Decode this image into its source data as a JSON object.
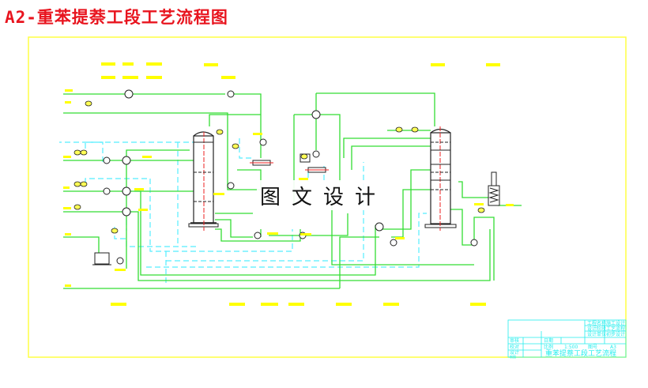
{
  "page": {
    "title": "A2-重苯提萘工段工艺流程图",
    "watermark": "图文设计"
  },
  "drawing": {
    "colors": {
      "frame": "#ffff44",
      "process_line": "#33dd33",
      "steam_line": "#44eeff",
      "equipment": "#222222",
      "column_axis": "#ee2222",
      "tag_text": "#ffff00",
      "title_block": "#22eeee"
    },
    "equipment_tags": {
      "top_row1": [
        "E-",
        "E-",
        "E-",
        "E-",
        "P-"
      ],
      "top_row2": [
        "E-",
        "E-",
        "E-",
        "E-"
      ],
      "bottom_row": [
        "P-",
        "P-",
        "P-",
        "P-",
        "P-",
        "P-",
        "P-"
      ]
    },
    "title_block": {
      "company_lines": [
        "工程名称",
        "设计阶段",
        "设计单位"
      ],
      "right_col": [
        "施工设计",
        "工艺流程",
        "初步设计"
      ],
      "row_labels": [
        "审核",
        "校对",
        "设计",
        "制图"
      ],
      "date_label": "日期",
      "scale_label": "比例",
      "scale_value": "1:500",
      "drawing_no_label": "图号",
      "drawing_no_value": "A3",
      "drawing_name": "重苯提萘工段工艺流程"
    }
  }
}
